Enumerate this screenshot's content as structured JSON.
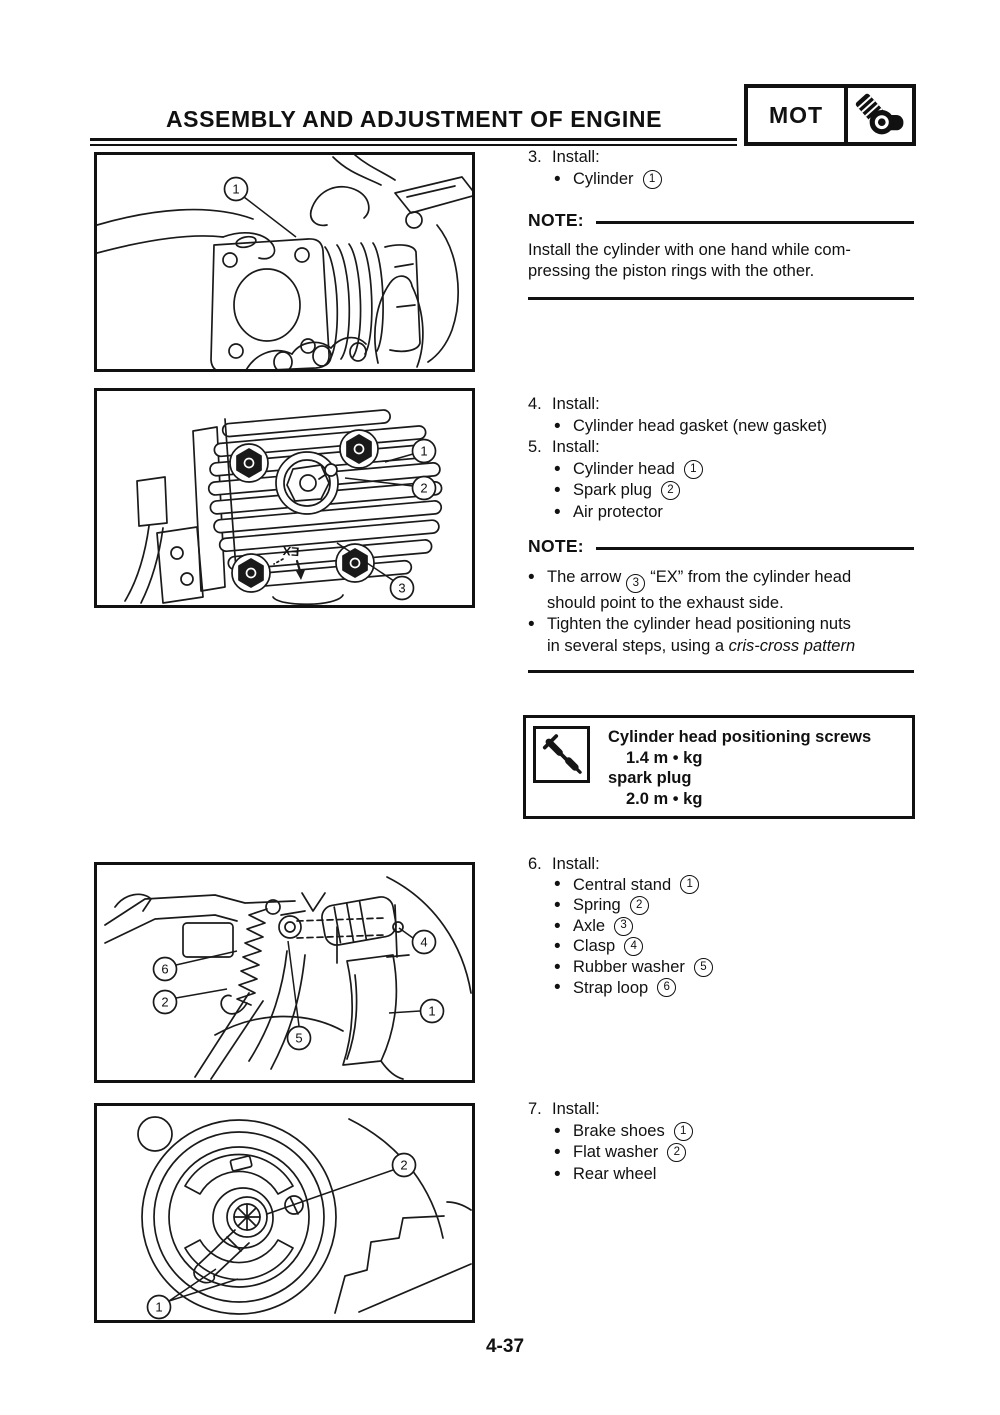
{
  "header": {
    "title": "ASSEMBLY AND ADJUSTMENT OF ENGINE",
    "badge_label": "MOT"
  },
  "page": {
    "number": "4-37"
  },
  "icons": {
    "bullet": "•"
  },
  "step3": {
    "num": "3.",
    "action": "Install:",
    "items": [
      {
        "text": "Cylinder",
        "ref": "1"
      }
    ]
  },
  "note1": {
    "label": "NOTE:",
    "body": "Install the cylinder with one hand while com-\npressing the piston rings with the other."
  },
  "step4": {
    "num": "4.",
    "action": "Install:",
    "items": [
      {
        "text": "Cylinder head gasket (new gasket)"
      }
    ]
  },
  "step5": {
    "num": "5.",
    "action": "Install:",
    "items": [
      {
        "text": "Cylinder head",
        "ref": "1"
      },
      {
        "text": "Spark plug",
        "ref": "2"
      },
      {
        "text": "Air protector"
      }
    ]
  },
  "note2": {
    "label": "NOTE:",
    "bullets": [
      {
        "l1_pre": "The arrow",
        "ref": "3",
        "l1_post": "“EX” from the cylinder head",
        "l2": "should point to the exhaust side."
      },
      {
        "l1": "Tighten the cylinder head positioning nuts",
        "l2_pre": "in several steps, using a",
        "l2_italic": "cris-cross pattern"
      }
    ]
  },
  "torque": {
    "line1": "Cylinder head positioning screws",
    "line2": "1.4 m • kg",
    "line3": "spark plug",
    "line4": "2.0 m • kg"
  },
  "step6": {
    "num": "6.",
    "action": "Install:",
    "items": [
      {
        "text": "Central stand",
        "ref": "1"
      },
      {
        "text": "Spring",
        "ref": "2"
      },
      {
        "text": "Axle",
        "ref": "3"
      },
      {
        "text": "Clasp",
        "ref": "4"
      },
      {
        "text": "Rubber washer",
        "ref": "5"
      },
      {
        "text": "Strap loop",
        "ref": "6"
      }
    ]
  },
  "step7": {
    "num": "7.",
    "action": "Install:",
    "items": [
      {
        "text": "Brake shoes",
        "ref": "1"
      },
      {
        "text": "Flat washer",
        "ref": "2"
      },
      {
        "text": "Rear wheel"
      }
    ]
  },
  "figures": {
    "fig1": {
      "callouts": [
        "1"
      ]
    },
    "fig2": {
      "callouts": [
        "1",
        "2",
        "3"
      ],
      "ex_label": "EX"
    },
    "fig3": {
      "callouts": [
        "6",
        "2",
        "5",
        "4",
        "1"
      ]
    },
    "fig4": {
      "callouts": [
        "2",
        "1"
      ]
    }
  }
}
